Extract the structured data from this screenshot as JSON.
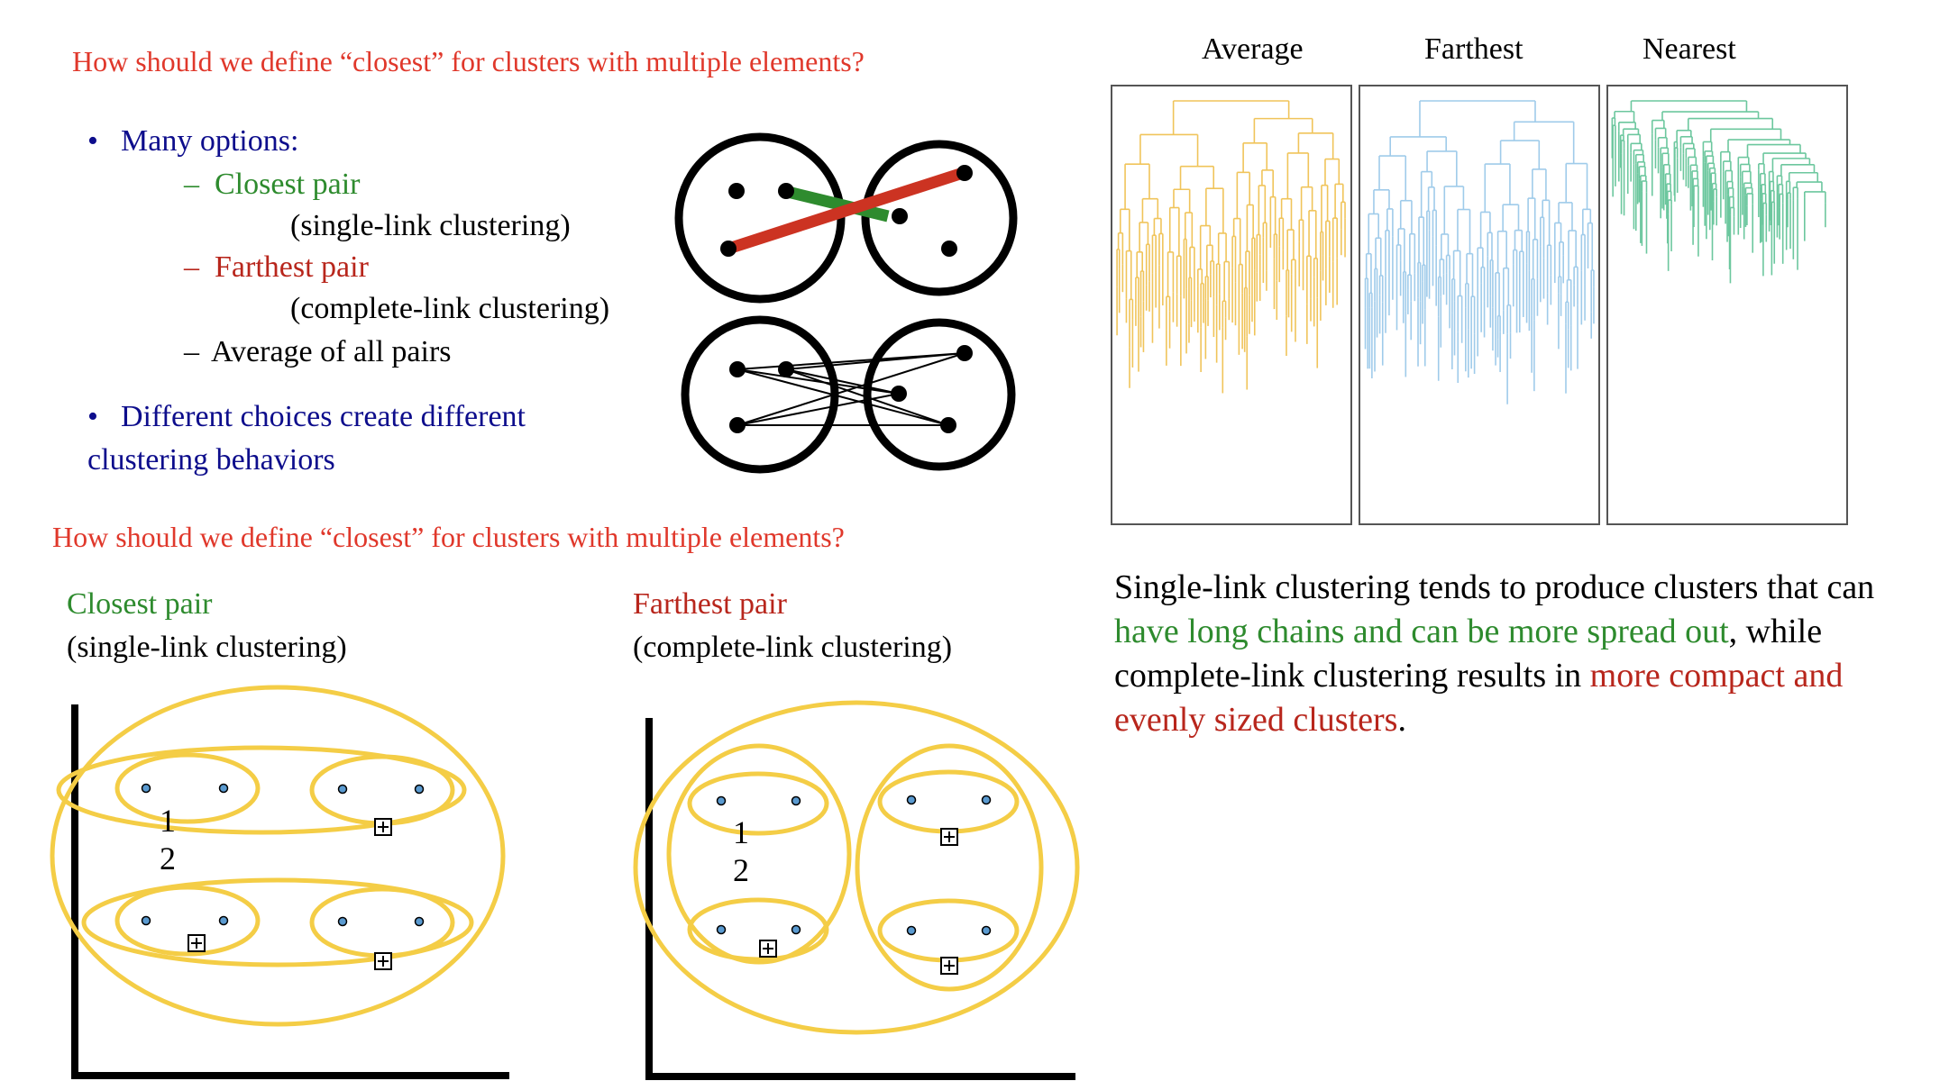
{
  "top": {
    "question": "How should we define “closest” for clusters with multiple elements?",
    "bullet_many_options": "Many options:",
    "options": [
      {
        "dash": "–",
        "label": "Closest pair",
        "sub": "(single-link clustering)"
      },
      {
        "dash": "–",
        "label": "Farthest pair",
        "sub": "(complete-link clustering)"
      },
      {
        "dash": "–",
        "label": "Average of all pairs"
      }
    ],
    "bullet_different_1": "Different choices create different",
    "bullet_different_2": "clustering behaviors",
    "bullet_symbol": "•"
  },
  "dendrograms": {
    "titles": [
      "Average",
      "Farthest",
      "Nearest"
    ],
    "colors": [
      "#f0c45a",
      "#9fcbea",
      "#6cc79e"
    ]
  },
  "bottom": {
    "question": "How should we define “closest” for clusters with multiple elements?",
    "single": {
      "label": "Closest pair",
      "sub": "(single-link clustering)",
      "num1": "1",
      "num2": "2"
    },
    "complete": {
      "label": "Farthest pair",
      "sub": "(complete-link clustering)",
      "num1": "1",
      "num2": "2"
    }
  },
  "summary": {
    "part1": "Single-link clustering tends to produce clusters that can ",
    "part2_green": "have long chains and can be more spread out",
    "part3": ", while complete-link clustering results in ",
    "part4_red": "more compact and evenly sized clusters",
    "part5": "."
  },
  "colors": {
    "red_text": "#e0382b",
    "navy_text": "#0d0d8c",
    "green_text": "#2e8b2e",
    "dark_red_text": "#b8261c",
    "green_link": "#2e8b2e",
    "red_link": "#cc3322",
    "ellipse_yellow": "#f4cd46"
  }
}
